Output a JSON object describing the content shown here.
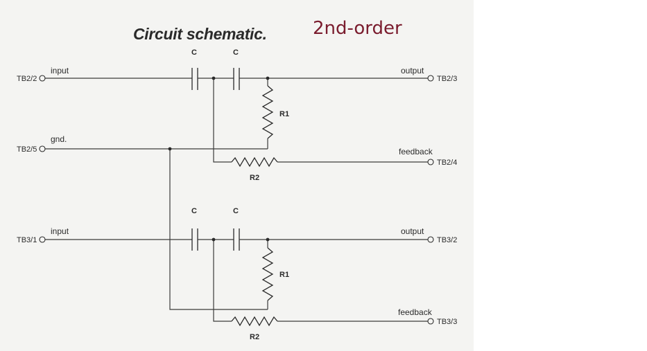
{
  "title": "Circuit schematic.",
  "annotation": "2nd-order",
  "annotation_color": "#7a1c2e",
  "terminals": {
    "tb2_2": "TB2/2",
    "tb2_5": "TB2/5",
    "tb3_1": "TB3/1",
    "tb2_3": "TB2/3",
    "tb2_4": "TB2/4",
    "tb3_2": "TB3/2",
    "tb3_3": "TB3/3"
  },
  "signals": {
    "input": "input",
    "gnd": "gnd.",
    "output": "output",
    "feedback": "feedback"
  },
  "components": {
    "capacitor": "C",
    "r1": "R1",
    "r2": "R2"
  }
}
